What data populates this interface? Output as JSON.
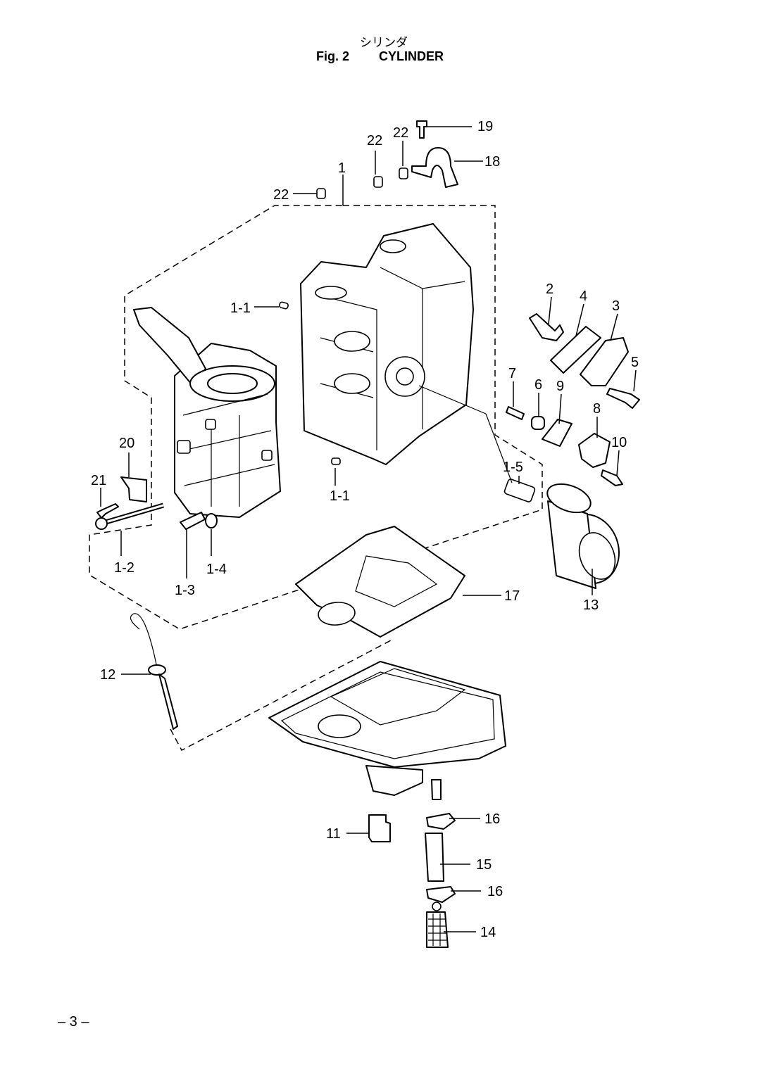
{
  "header": {
    "title_jp": "シリンダ",
    "figure": "Fig. 2",
    "title": "CYLINDER"
  },
  "page_number": "– 3 –",
  "callouts": {
    "c1": "1",
    "c1_1a": "1-1",
    "c1_1b": "1-1",
    "c1_2": "1-2",
    "c1_3": "1-3",
    "c1_4": "1-4",
    "c1_5": "1-5",
    "c2": "2",
    "c3": "3",
    "c4": "4",
    "c5": "5",
    "c6": "6",
    "c7": "7",
    "c8": "8",
    "c9": "9",
    "c10": "10",
    "c11": "11",
    "c12": "12",
    "c13": "13",
    "c14": "14",
    "c15": "15",
    "c16a": "16",
    "c16b": "16",
    "c17": "17",
    "c18": "18",
    "c19": "19",
    "c20": "20",
    "c21": "21",
    "c22a": "22",
    "c22b": "22",
    "c22c": "22"
  }
}
